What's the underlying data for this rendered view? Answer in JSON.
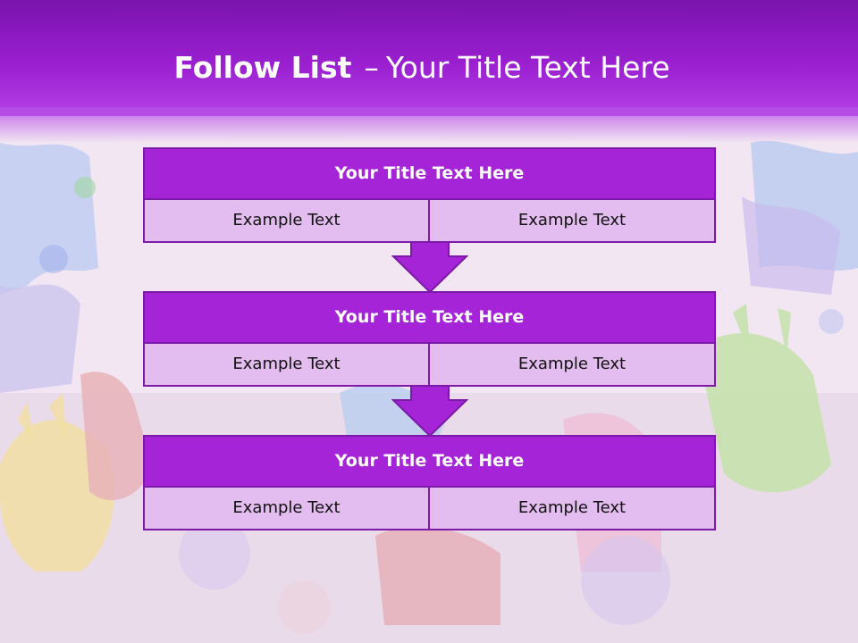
{
  "slide": {
    "title_bold": "Follow List",
    "title_dash": "–",
    "title_rest": "Your Title Text Here",
    "accent_color": "#a624d8",
    "cell_color": "#e3bdef"
  },
  "boxes": [
    {
      "title": "Your Title Text Here",
      "left": "Example Text",
      "right": "Example Text"
    },
    {
      "title": "Your Title Text Here",
      "left": "Example Text",
      "right": "Example Text"
    },
    {
      "title": "Your Title Text Here",
      "left": "Example Text",
      "right": "Example Text"
    }
  ],
  "icons": [
    "down-arrow-icon"
  ]
}
